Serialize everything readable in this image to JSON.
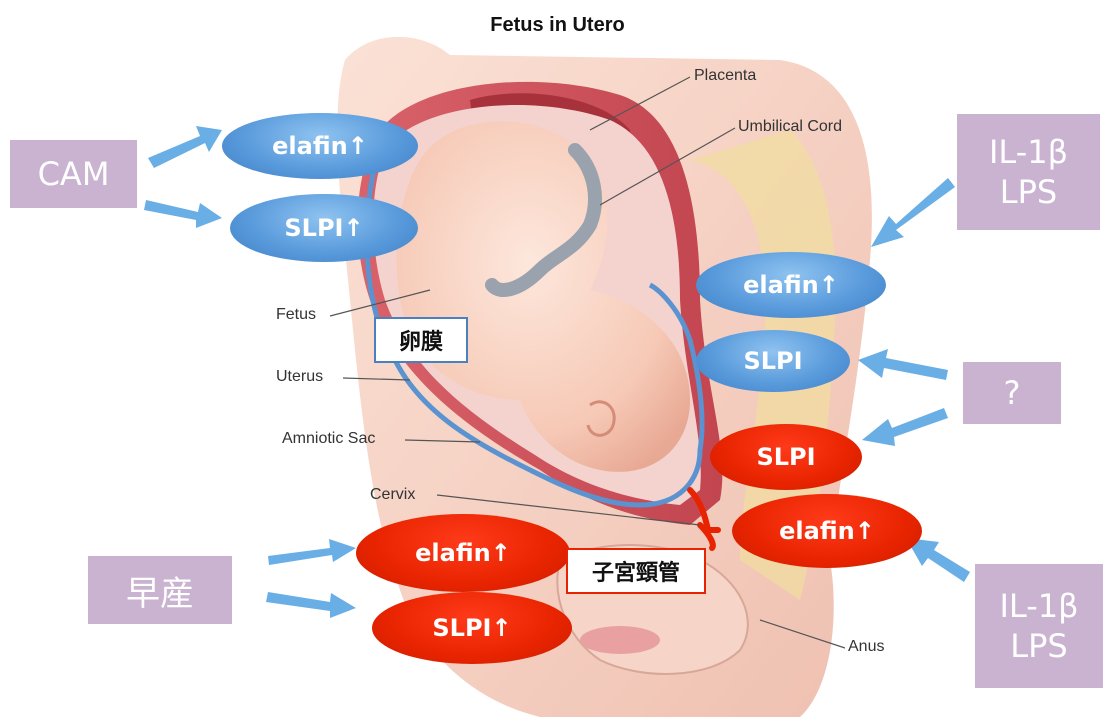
{
  "title": "Fetus in Utero",
  "anatomy_labels": {
    "placenta": "Placenta",
    "umbilical_cord": "Umbilical Cord",
    "fetus": "Fetus",
    "uterus": "Uterus",
    "amniotic_sac": "Amniotic Sac",
    "cervix": "Cervix",
    "anus": "Anus"
  },
  "boxes": {
    "cam": "CAM",
    "il1b_top": [
      "IL-1β",
      "LPS"
    ],
    "question": "?",
    "preterm": "早産",
    "il1b_bottom": [
      "IL-1β",
      "LPS"
    ]
  },
  "ovals": {
    "blue_elafin_left": "elafin↑",
    "blue_slpi_left": "SLPI↑",
    "blue_elafin_right": "elafin↑",
    "blue_slpi_right": "SLPI",
    "red_slpi_right": "SLPI",
    "red_elafin_right": "elafin↑",
    "red_elafin_left": "elafin↑",
    "red_slpi_left": "SLPI↑"
  },
  "region_labels": {
    "fetal_membrane": "卵膜",
    "cervical_canal": "子宮頸管"
  },
  "colors": {
    "box": "#c9b3d1",
    "blue_oval": "#5a9bdc",
    "red_oval": "#e82400",
    "arrow": "#6aaee6",
    "membrane": "#5b93d0"
  }
}
